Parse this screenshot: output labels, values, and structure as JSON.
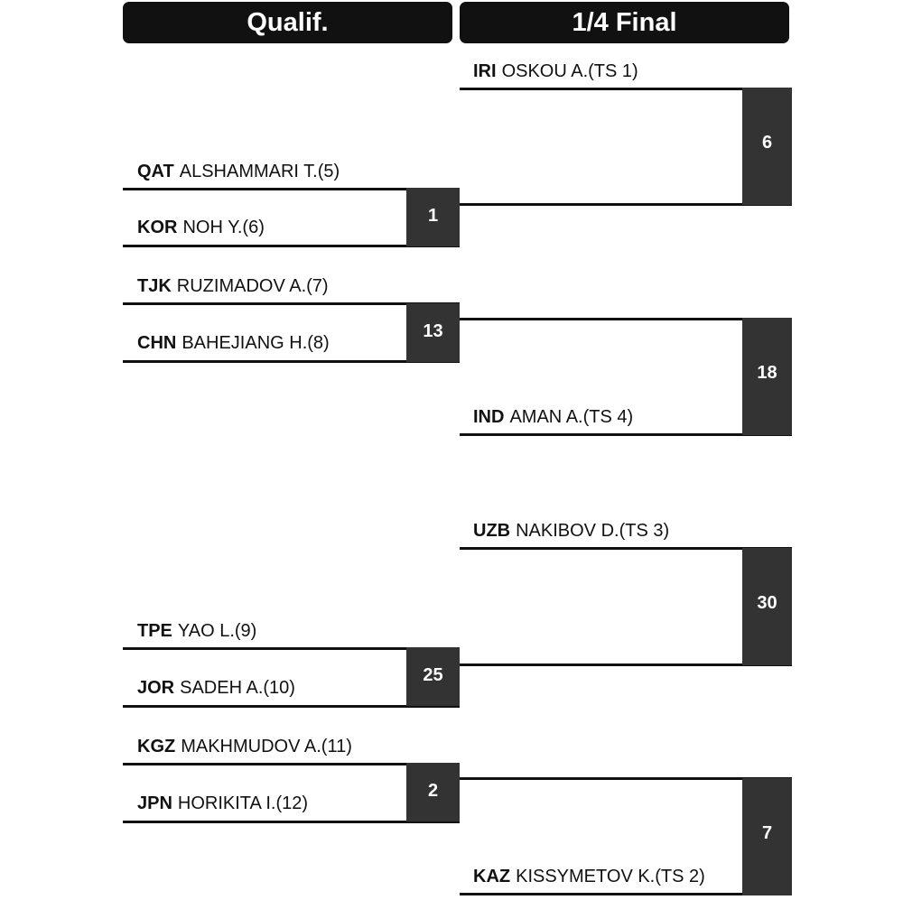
{
  "headers": {
    "qualif": "Qualif.",
    "quarter": "1/4 Final"
  },
  "qualif_matches": [
    {
      "top": {
        "nat": "QAT",
        "name": "ALSHAMMARI T.(5)"
      },
      "bottom": {
        "nat": "KOR",
        "name": "NOH Y.(6)"
      },
      "bout": "1"
    },
    {
      "top": {
        "nat": "TJK",
        "name": "RUZIMADOV A.(7)"
      },
      "bottom": {
        "nat": "CHN",
        "name": "BAHEJIANG H.(8)"
      },
      "bout": "13"
    },
    {
      "top": {
        "nat": "TPE",
        "name": "YAO L.(9)"
      },
      "bottom": {
        "nat": "JOR",
        "name": "SADEH A.(10)"
      },
      "bout": "25"
    },
    {
      "top": {
        "nat": "KGZ",
        "name": "MAKHMUDOV A.(11)"
      },
      "bottom": {
        "nat": "JPN",
        "name": "HORIKITA I.(12)"
      },
      "bout": "2"
    }
  ],
  "quarter_matches": [
    {
      "athlete": {
        "nat": "IRI",
        "name": "OSKOU A.(TS 1)"
      },
      "bout": "6"
    },
    {
      "athlete": {
        "nat": "IND",
        "name": "AMAN A.(TS 4)"
      },
      "bout": "18"
    },
    {
      "athlete": {
        "nat": "UZB",
        "name": "NAKIBOV D.(TS 3)"
      },
      "bout": "30"
    },
    {
      "athlete": {
        "nat": "KAZ",
        "name": "KISSYMETOV K.(TS 2)"
      },
      "bout": "7"
    }
  ]
}
